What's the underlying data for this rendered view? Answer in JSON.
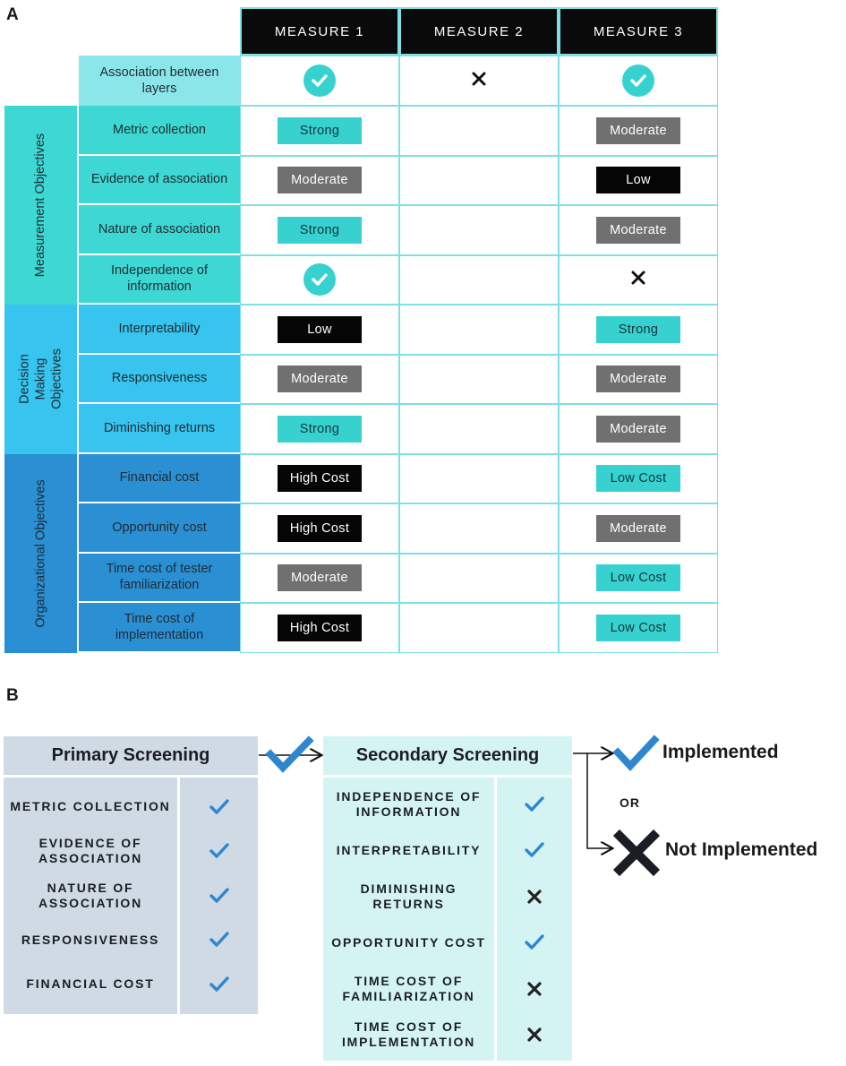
{
  "panel_a": {
    "label": "A",
    "columns": [
      "MEASURE 1",
      "MEASURE 2",
      "MEASURE 3"
    ],
    "top_row": {
      "label": "Association between layers",
      "values": [
        "check",
        "x",
        "check"
      ]
    },
    "groups": [
      {
        "label": "Measurement Objectives",
        "color": "#3dd8d3"
      },
      {
        "label": "Decision Making Objectives",
        "color": "#37c4ef"
      },
      {
        "label": "Organizational Objectives",
        "color": "#2b8fd4"
      }
    ],
    "rows": [
      {
        "group": 0,
        "label": "Metric collection",
        "m1": "Strong",
        "m3": "Moderate"
      },
      {
        "group": 0,
        "label": "Evidence of association",
        "m1": "Moderate",
        "m3": "Low"
      },
      {
        "group": 0,
        "label": "Nature of association",
        "m1": "Strong",
        "m3": "Moderate"
      },
      {
        "group": 0,
        "label": "Independence of information",
        "m1": "check",
        "m3": "x"
      },
      {
        "group": 1,
        "label": "Interpretability",
        "m1": "Low",
        "m3": "Strong"
      },
      {
        "group": 1,
        "label": "Responsiveness",
        "m1": "Moderate",
        "m3": "Moderate"
      },
      {
        "group": 1,
        "label": "Diminishing returns",
        "m1": "Strong",
        "m3": "Moderate"
      },
      {
        "group": 2,
        "label": "Financial cost",
        "m1": "High Cost",
        "m3": "Low Cost"
      },
      {
        "group": 2,
        "label": "Opportunity cost",
        "m1": "High Cost",
        "m3": "Moderate"
      },
      {
        "group": 2,
        "label": "Time cost of tester familiarization",
        "m1": "Moderate",
        "m3": "Low Cost"
      },
      {
        "group": 2,
        "label": "Time cost of implementation",
        "m1": "High Cost",
        "m3": "Low Cost"
      }
    ]
  },
  "panel_b": {
    "label": "B",
    "primary": {
      "title": "Primary Screening",
      "items": [
        {
          "label": "METRIC COLLECTION",
          "mark": "check"
        },
        {
          "label": "EVIDENCE OF ASSOCIATION",
          "mark": "check"
        },
        {
          "label": "NATURE OF ASSOCIATION",
          "mark": "check"
        },
        {
          "label": "RESPONSIVENESS",
          "mark": "check"
        },
        {
          "label": "FINANCIAL COST",
          "mark": "check"
        }
      ]
    },
    "secondary": {
      "title": "Secondary Screening",
      "items": [
        {
          "label": "INDEPENDENCE OF INFORMATION",
          "mark": "check"
        },
        {
          "label": "INTERPRETABILITY",
          "mark": "check"
        },
        {
          "label": "DIMINISHING RETURNS",
          "mark": "x"
        },
        {
          "label": "OPPORTUNITY COST",
          "mark": "check"
        },
        {
          "label": "TIME COST OF FAMILIARIZATION",
          "mark": "x"
        },
        {
          "label": "TIME COST OF IMPLEMENTATION",
          "mark": "x"
        }
      ]
    },
    "outcomes": {
      "implemented": "Implemented",
      "or": "OR",
      "not_implemented": "Not Implemented"
    }
  },
  "colors": {
    "teal": "#37d2d0",
    "gray": "#707070",
    "black": "#050505",
    "grid": "#7fdfe4",
    "primary_bg": "#cfdae5",
    "secondary_bg": "#d4f4f4",
    "check_blue": "#2e86cf"
  }
}
